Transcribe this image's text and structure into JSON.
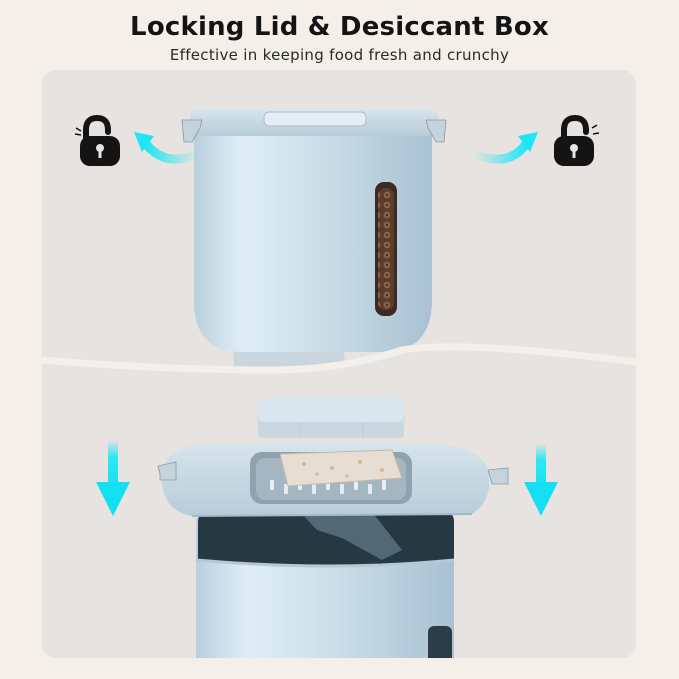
{
  "header": {
    "title": "Locking Lid & Desiccant Box",
    "subtitle": "Effective in keeping food fresh and crunchy"
  },
  "colors": {
    "page_background": "#f5efea",
    "panel_background": "#e6e3e0",
    "product_blue": "#c9dbe6",
    "arrow_cyan": "#1ee6f5",
    "lock_black": "#141414",
    "kibble_brown": "#6b4a35",
    "container_interior": "#2a3a44"
  },
  "top_scene": {
    "description": "Assembled food storage container with locking lid",
    "left_icon": "unlocked-padlock-icon",
    "right_icon": "unlocked-padlock-icon",
    "left_arrow": "curved-arrow-up-left",
    "right_arrow": "curved-arrow-up-right",
    "window_contents": "kibble"
  },
  "bottom_scene": {
    "description": "Exploded view: desiccant cover, lid with desiccant tray, container body",
    "left_arrow": "arrow-down-icon",
    "right_arrow": "arrow-down-icon",
    "parts": [
      "desiccant-cover",
      "desiccant-packet",
      "lid-with-tray",
      "container-body"
    ]
  }
}
